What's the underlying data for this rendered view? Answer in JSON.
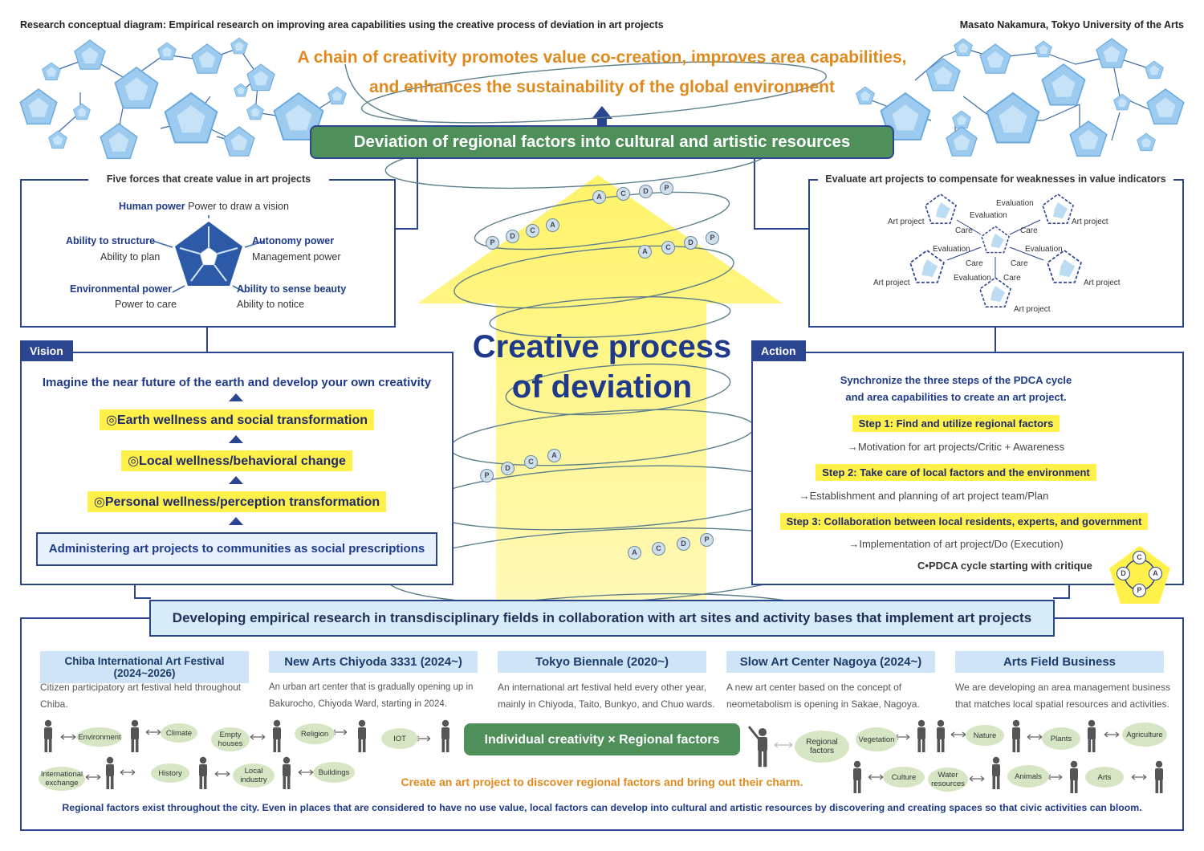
{
  "header": {
    "left_title": "Research conceptual diagram: Empirical research on improving area capabilities using the creative process of deviation in art projects",
    "right_author": "Masato Nakamura, Tokyo University of the Arts"
  },
  "headline": {
    "line1": "A chain of creativity promotes value co-creation, improves area capabilities,",
    "line2": "and enhances the sustainability of the global environment"
  },
  "deviation_bar": "Deviation of regional factors into cultural and artistic resources",
  "center_title": {
    "line1": "Creative process",
    "line2": "of deviation"
  },
  "five_forces": {
    "title": "Five forces that create value in art projects",
    "human": {
      "bold": "Human power",
      "text": "Power to draw a vision"
    },
    "structure": {
      "bold": "Ability to structure",
      "text": "Ability to plan"
    },
    "autonomy": {
      "bold": "Autonomy power",
      "text": "Management power"
    },
    "environmental": {
      "bold": "Environmental power",
      "text": "Power to care"
    },
    "beauty": {
      "bold": "Ability to sense beauty",
      "text": "Ability to notice"
    }
  },
  "evaluate": {
    "title": "Evaluate art projects to compensate for weaknesses in value indicators",
    "art_project": "Art project",
    "evaluation": "Evaluation",
    "care": "Care"
  },
  "vision": {
    "tag": "Vision",
    "lead": "Imagine the near future of the earth and develop your own creativity",
    "item1": "◎Earth wellness and social transformation",
    "item2": "◎Local wellness/behavioral change",
    "item3": "◎Personal wellness/perception transformation",
    "bottom": "Administering art projects to communities as social prescriptions"
  },
  "action": {
    "tag": "Action",
    "lead1": "Synchronize the three steps of the PDCA cycle",
    "lead2": "and area capabilities to create an art project.",
    "step1": "Step 1: Find and utilize regional factors",
    "step1_desc": "→Motivation for art projects/Critic + Awareness",
    "step2": "Step 2: Take care of local factors and the environment",
    "step2_desc": "→Establishment and planning of art project team/Plan",
    "step3": "Step 3: Collaboration between local residents, experts, and government",
    "step3_desc": "→Implementation of art project/Do (Execution)",
    "cycle": "C•PDCA cycle starting with critique",
    "cycle_letters": [
      "C",
      "A",
      "P",
      "D"
    ]
  },
  "pdca_letters": {
    "p": "P",
    "d": "D",
    "c": "C",
    "a": "A"
  },
  "research_bar": "Developing empirical research in transdisciplinary fields in collaboration with art sites and activity bases that implement art projects",
  "cards": [
    {
      "title": "Chiba International Art Festival (2024~2026)",
      "desc1": "Citizen participatory art festival held throughout",
      "desc2": "Chiba."
    },
    {
      "title": "New Arts Chiyoda 3331 (2024~)",
      "desc1": "An urban art center that is gradually opening up in",
      "desc2": "Bakurocho, Chiyoda Ward, starting in 2024."
    },
    {
      "title": "Tokyo Biennale (2020~)",
      "desc1": "An international art festival held every other year,",
      "desc2": "mainly in Chiyoda, Taito, Bunkyo, and Chuo wards."
    },
    {
      "title": "Slow Art Center Nagoya (2024~)",
      "desc1": "A new art center based on the concept of",
      "desc2": "neometabolism is opening in Sakae, Nagoya."
    },
    {
      "title": "Arts Field Business",
      "desc1": "We are developing an area management business",
      "desc2": "that matches local spatial resources and activities."
    }
  ],
  "factors": {
    "environment": "Environment",
    "climate": "Climate",
    "empty_houses": "Empty houses",
    "religion": "Religion",
    "iot": "IOT",
    "international": "International exchange",
    "history": "History",
    "local_industry": "Local industry",
    "buildings": "Buildings",
    "regional": "Regional factors",
    "vegetation": "Vegetation",
    "nature": "Nature",
    "plants": "Plants",
    "agriculture": "Agriculture",
    "culture": "Culture",
    "water": "Water resources",
    "animals": "Animals",
    "arts": "Arts"
  },
  "creativity_bar": "Individual creativity × Regional factors",
  "create_line": "Create an art project to discover regional factors and bring out their charm.",
  "footer": "Regional factors exist throughout the city. Even in places that are considered to have no use value, local factors can develop into cultural and artistic resources by discovering and creating spaces so that civic activities can bloom."
}
